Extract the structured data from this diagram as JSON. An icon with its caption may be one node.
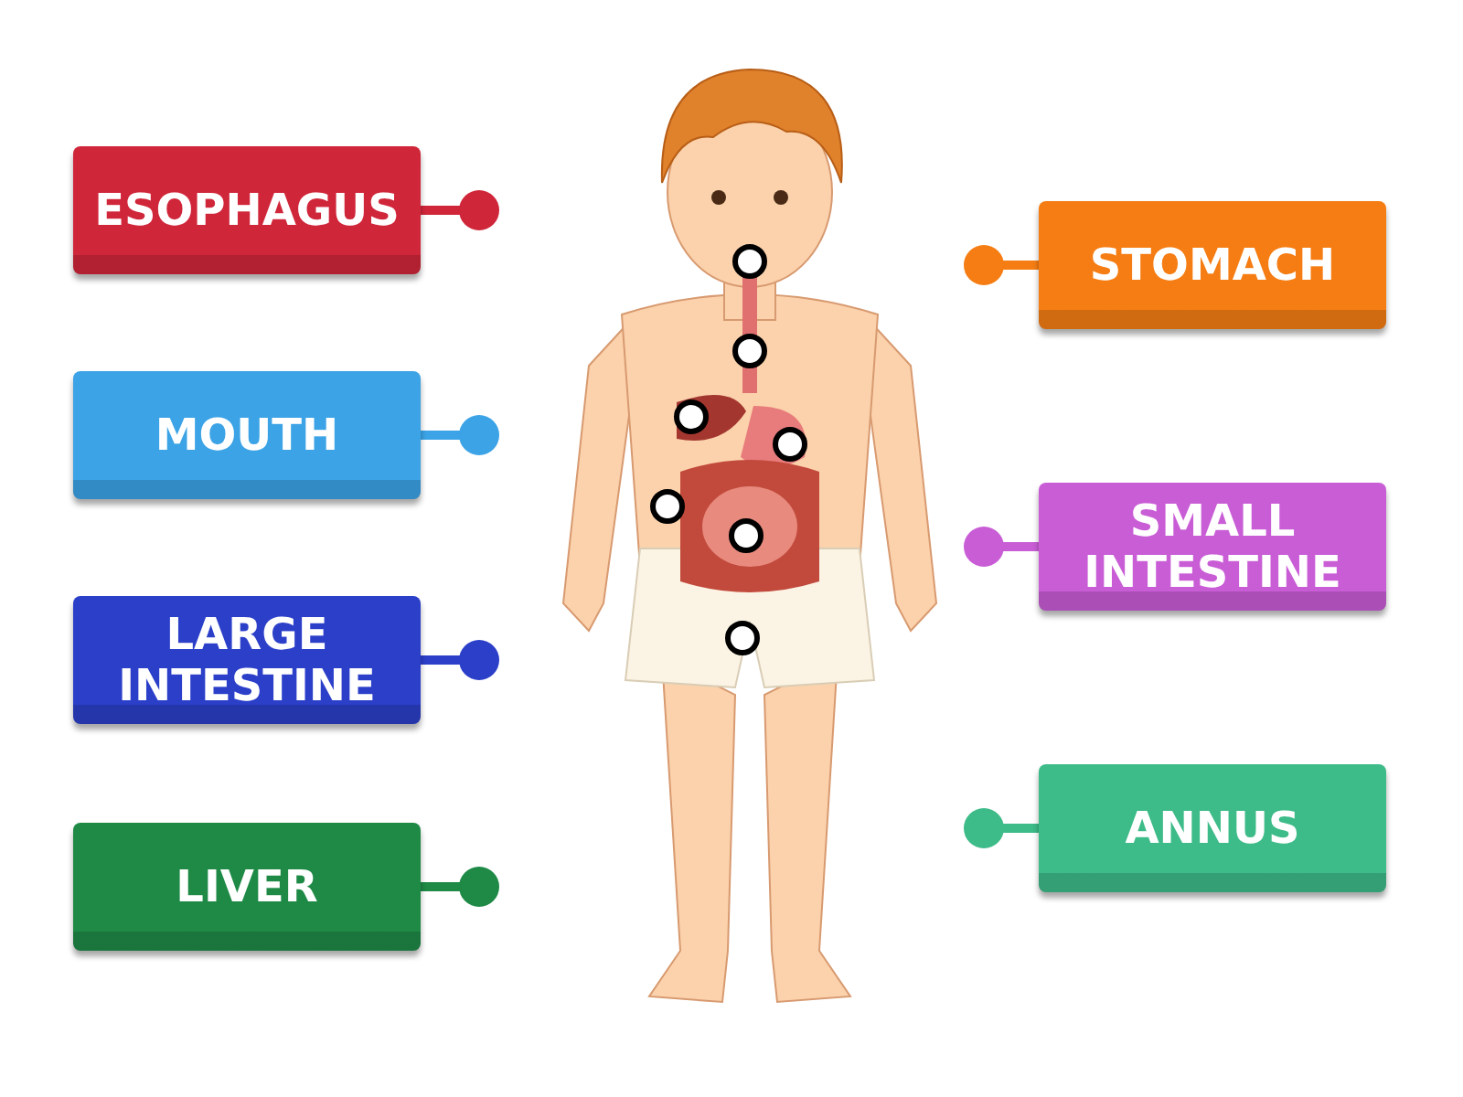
{
  "diagram": {
    "nodes": [
      {
        "text": [
          "ESOPHAGUS"
        ]
      },
      {
        "text": [
          "STOMACH"
        ]
      },
      {
        "text": [
          "MOUTH"
        ]
      },
      {
        "text": [
          "SMALL INTESTINE"
        ]
      },
      {
        "text": [
          "LARGE INTESTINE"
        ]
      },
      {
        "text": [
          "LIVER"
        ]
      },
      {
        "text": [
          "ANNUS"
        ]
      }
    ],
    "edges": []
  }
}
